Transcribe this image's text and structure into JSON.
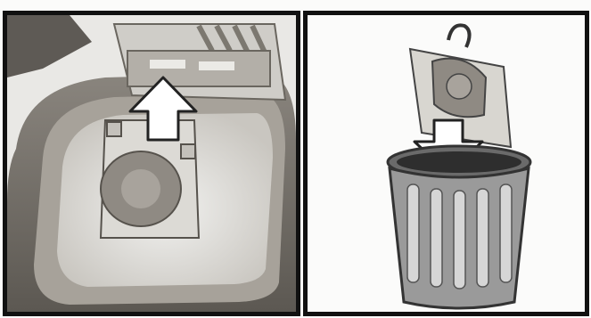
{
  "figure": {
    "panels": [
      {
        "id": "left",
        "depicts": "remove-dust-bag",
        "arrow_direction": "up"
      },
      {
        "id": "right",
        "depicts": "dispose-dust-bag-in-bin",
        "arrow_direction": "down"
      }
    ]
  },
  "colors": {
    "frame": "#111111",
    "body_dark": "#6f6a63",
    "body_mid": "#9a958e",
    "bag_light": "#d8d6d0",
    "bin_dark": "#444444",
    "bin_mid": "#888888",
    "arrow_fill": "#ffffff"
  },
  "icons": [
    "up-arrow-icon",
    "down-arrow-icon",
    "trash-bin-icon",
    "dust-bag-icon"
  ]
}
